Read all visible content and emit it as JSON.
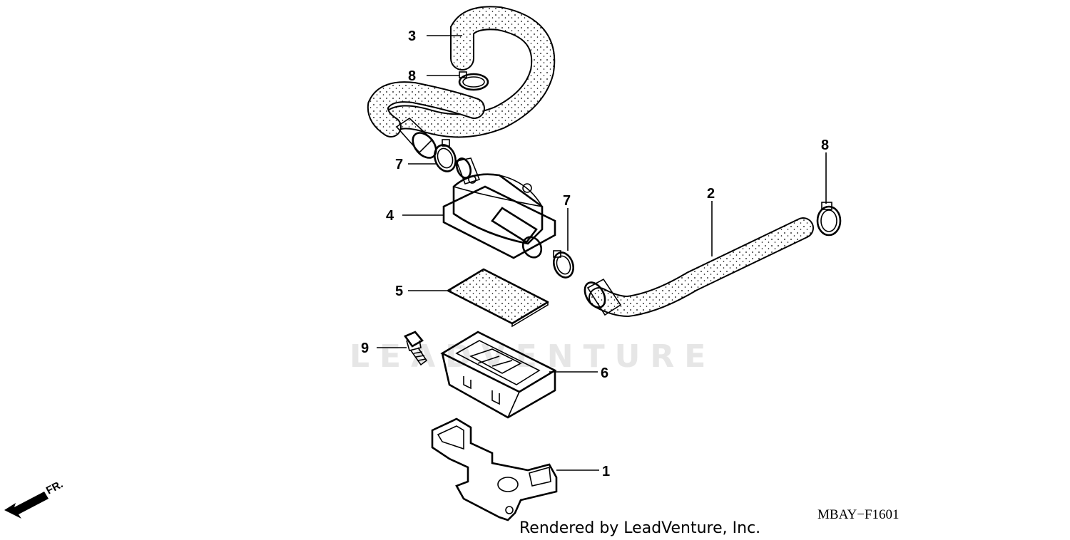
{
  "diagram": {
    "watermark": "LEADVENTURE",
    "diagram_code": "MBAY−F1601",
    "credit": "Rendered by LeadVenture, Inc.",
    "direction_label": "FR.",
    "callouts": {
      "part_1": "1",
      "part_2": "2",
      "part_3": "3",
      "part_4": "4",
      "part_5": "5",
      "part_6": "6",
      "part_7a": "7",
      "part_7b": "7",
      "part_8a": "8",
      "part_8b": "8",
      "part_9": "9"
    },
    "colors": {
      "line": "#000000",
      "watermark": "#e6e6e6",
      "background": "#ffffff"
    }
  }
}
